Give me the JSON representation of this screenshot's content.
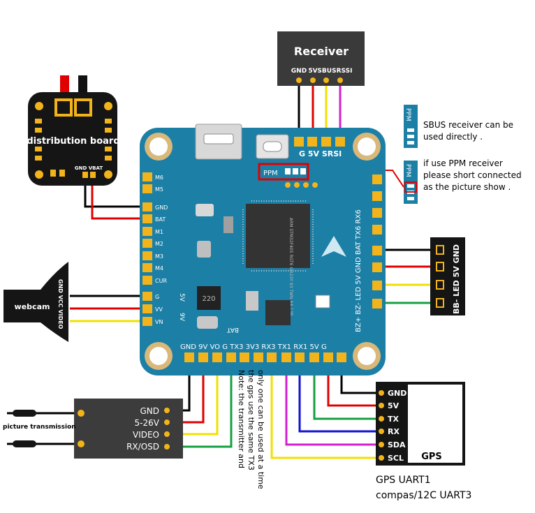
{
  "receiver": {
    "title": "Receiver",
    "pins": [
      "GND",
      "5V",
      "SBUS",
      "RSSI"
    ]
  },
  "distribution_board": {
    "title": "distribution board",
    "pins": "GND VBAT"
  },
  "webcam": {
    "title": "webcam",
    "pins": "GND VCC VIDEO"
  },
  "vtx": {
    "title": "picture transmission",
    "pins": [
      "GND",
      "5-26V",
      "VIDEO",
      "RX/OSD"
    ]
  },
  "gps": {
    "title": "GPS",
    "pins": [
      "GND",
      "5V",
      "TX",
      "RX",
      "SDA",
      "SCL"
    ],
    "caption_line1": "GPS UART1",
    "caption_line2": "compas/12C UART3"
  },
  "led_strip": {
    "pins": "BB- LED 5V GND"
  },
  "fc": {
    "top_pads": "G 5V SRSI",
    "left_pads": [
      "M6",
      "M5",
      "GND",
      "BAT",
      "M1",
      "M2",
      "M3",
      "M4",
      "CUR",
      "G",
      "VV",
      "VN"
    ],
    "right_pads": "BZ+ BZ- LED 5V GND BAT TX6 RX6",
    "bottom_pads": "GND 9V VO G TX3 3V3 RX3 TX1 RX1 5V G",
    "ppm_label": "PPM",
    "chip_text": "ARM STM32F405 RGT6 GH23Y 93 TWN AA 13R",
    "inductor": "220",
    "volt_labels": [
      "5V",
      "9V"
    ],
    "bat_label": "BAT"
  },
  "ppm_note": {
    "sbus_text": "SBUS receiver can be used directly .",
    "ppm_text": "if use PPM receiver please short connected as the picture show .",
    "tag": "PPM"
  },
  "note": "Note: the transmitter and the gps use the same TX3 only one can be used at a time",
  "colors": {
    "board": "#1c7fa6",
    "black_box": "#151515",
    "gray_box": "#3c3c3c",
    "pad": "#f2b41a",
    "red": "#e00000",
    "yellow": "#f0e000",
    "green": "#15a040",
    "blue": "#1010d0",
    "magenta": "#d020d0"
  }
}
